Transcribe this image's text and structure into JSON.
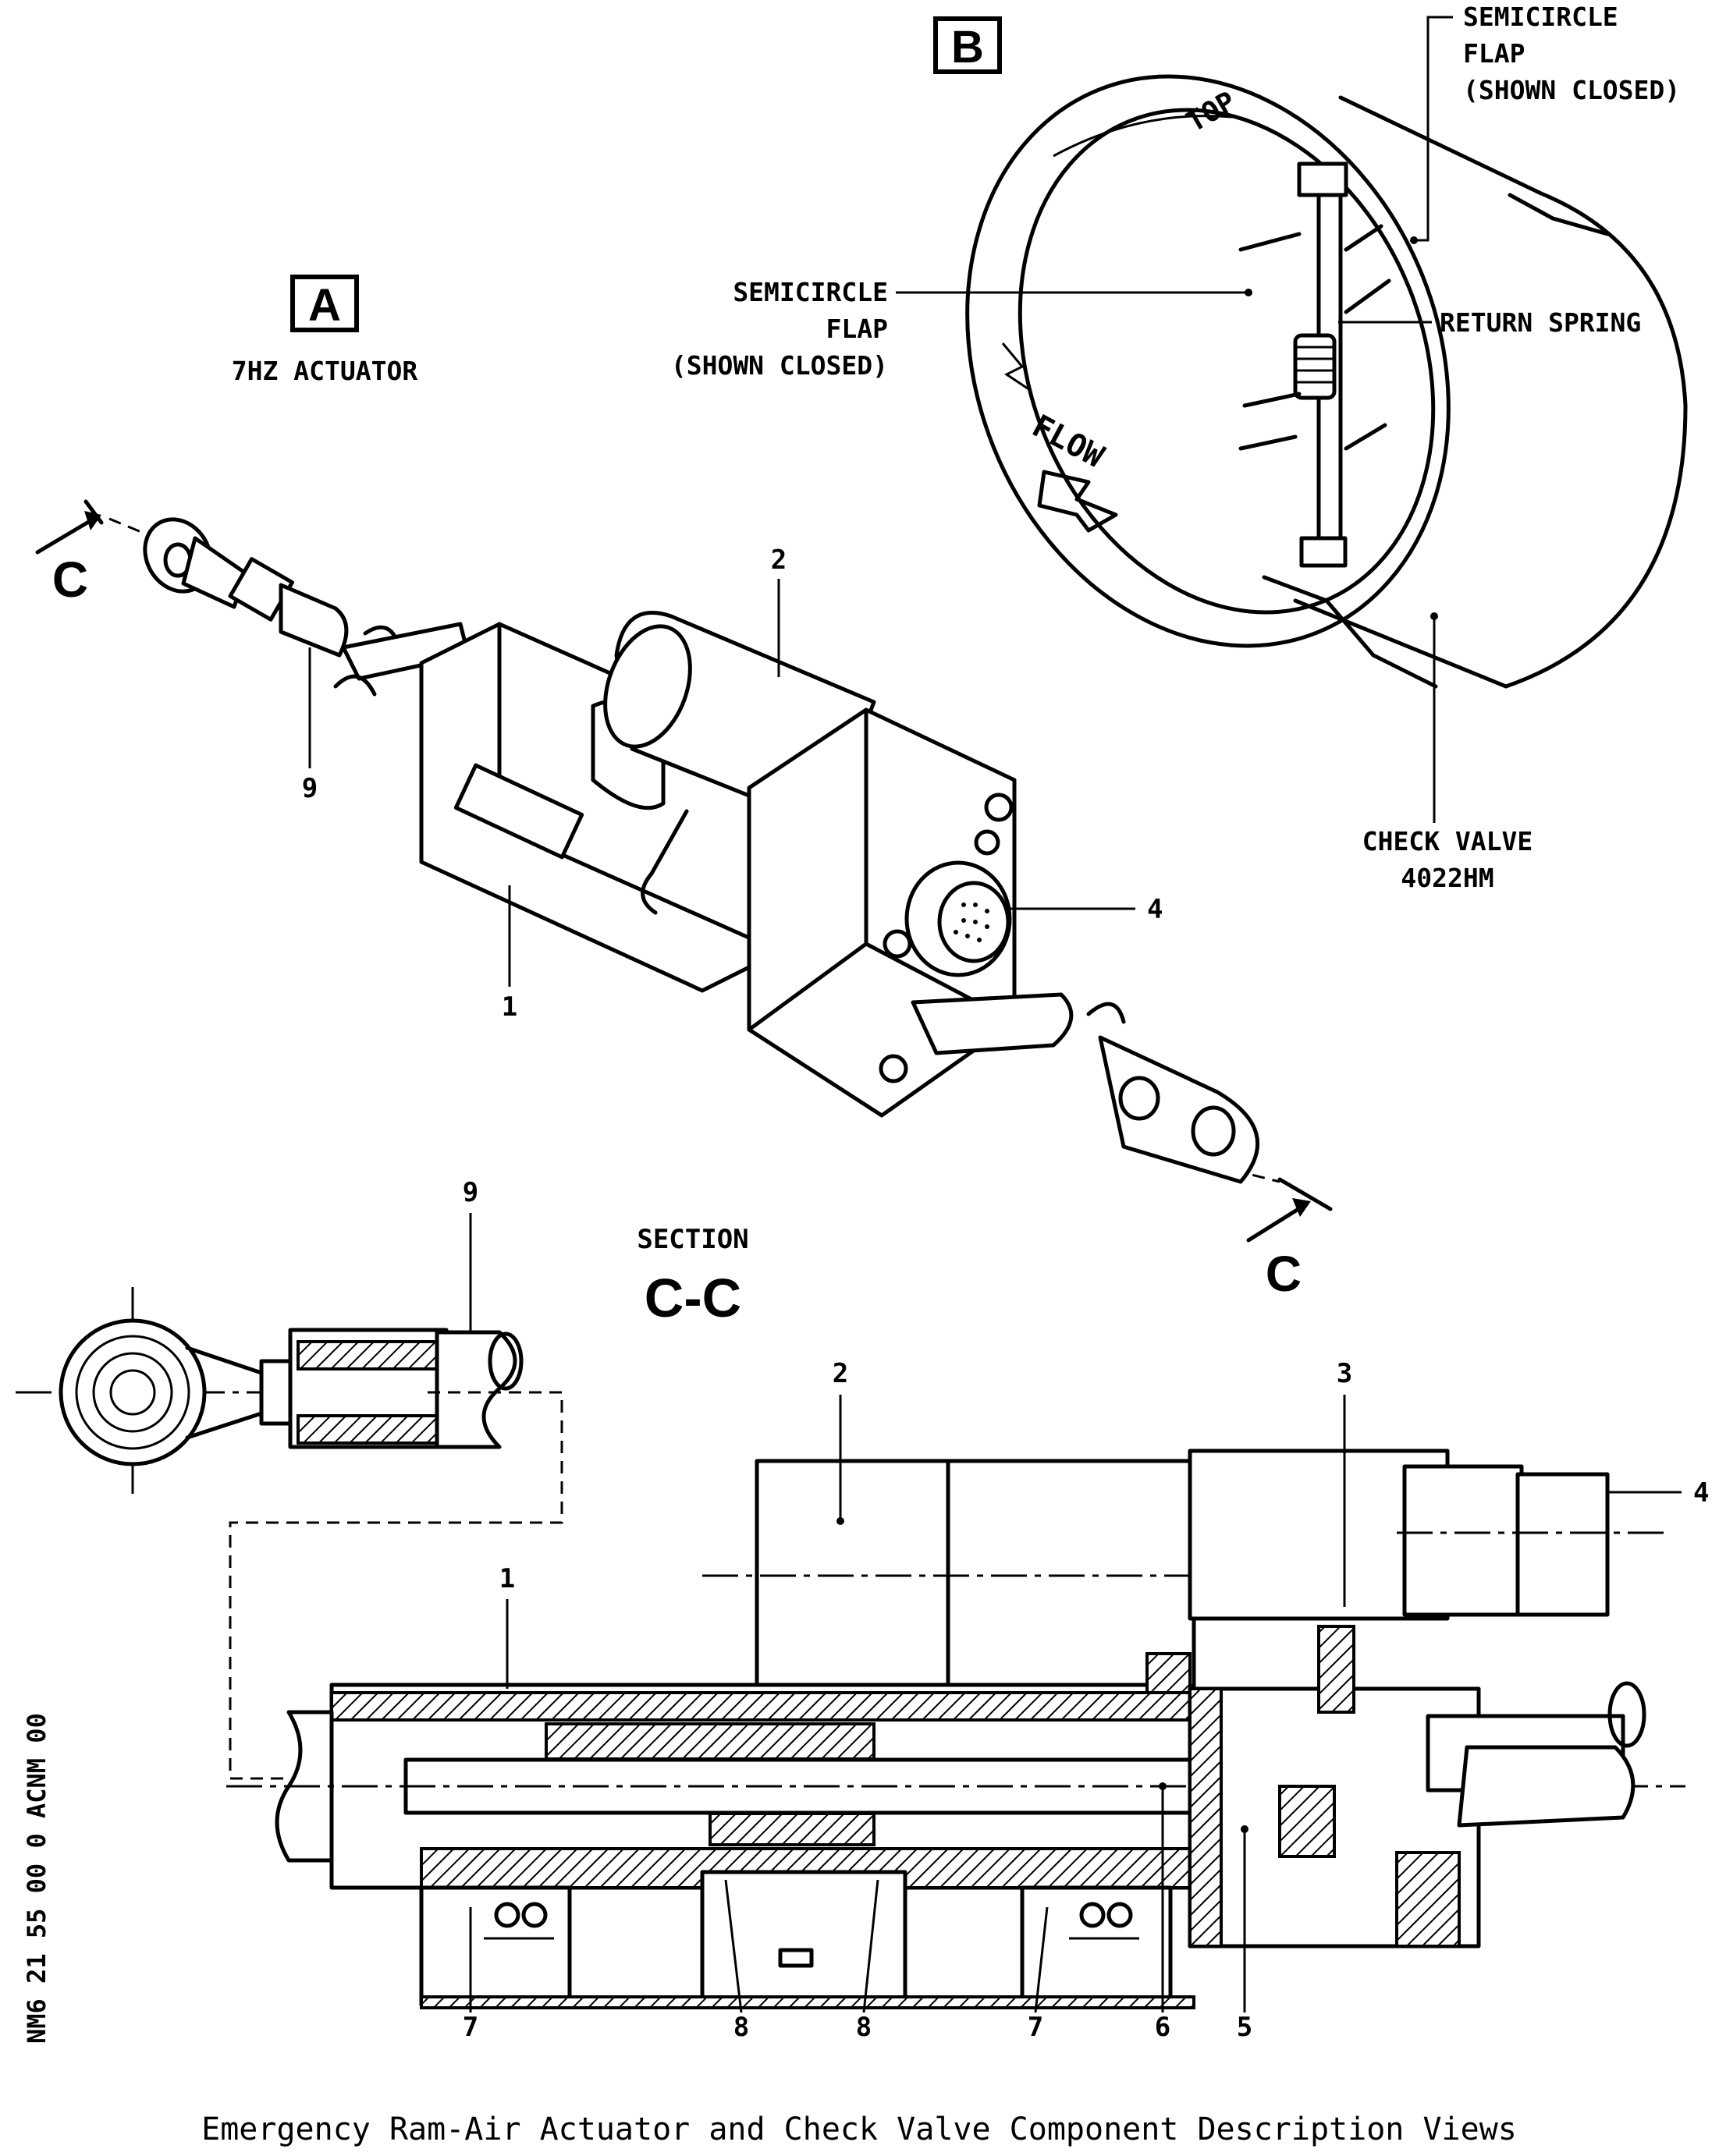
{
  "view_a": {
    "letter": "A",
    "subtitle": "7HZ ACTUATOR"
  },
  "view_b": {
    "letter": "B",
    "top_mark": "TOP",
    "flow_mark": "FLOW",
    "flap_right": [
      "SEMICIRCLE",
      "FLAP",
      "(SHOWN CLOSED)"
    ],
    "flap_left": [
      "SEMICIRCLE",
      "FLAP",
      "(SHOWN CLOSED)"
    ],
    "return_spring": "RETURN SPRING",
    "check_valve": [
      "CHECK VALVE",
      "4022HM"
    ]
  },
  "section_mark": {
    "letter": "C"
  },
  "section": {
    "title": "SECTION",
    "name": "C-C"
  },
  "item_numbers": {
    "view_a": [
      "2",
      "9",
      "4",
      "1"
    ],
    "section": [
      "9",
      "2",
      "3",
      "4",
      "1",
      "7",
      "8",
      "8",
      "7",
      "6",
      "5"
    ]
  },
  "side_reference": "NM6 21 55 00 0 ACNM 00",
  "caption": "Emergency Ram-Air Actuator and Check Valve Component Description Views"
}
